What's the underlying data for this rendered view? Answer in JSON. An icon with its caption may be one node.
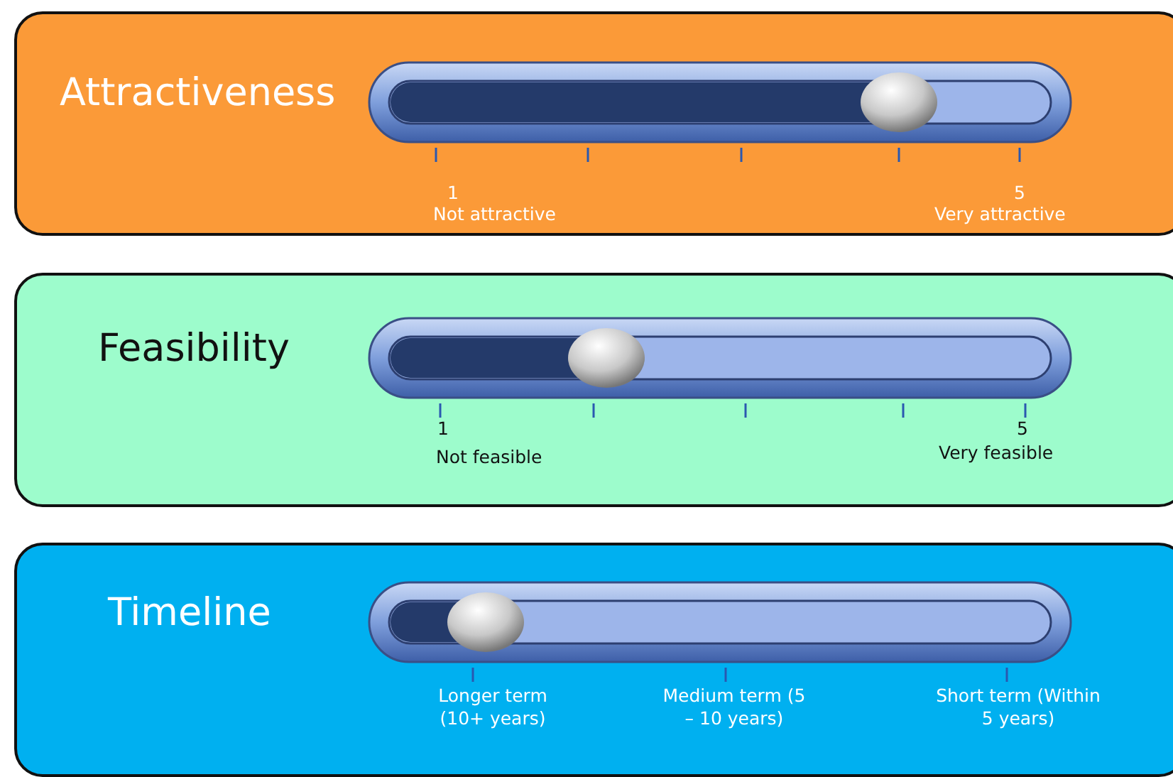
{
  "diagram": {
    "nodes": [
      {
        "text": [
          "Attractiveness"
        ]
      },
      {
        "text": [
          "Feasibility"
        ]
      },
      {
        "text": [
          "Timeline"
        ]
      }
    ],
    "labels": [
      "1",
      "Not attractive",
      "5",
      "Very attractive",
      "1",
      "Not feasible",
      "5",
      "Very feasible",
      "Longer term (10+ years)",
      "Medium term (5 – 10 years)",
      "Short term (Within 5 years)"
    ]
  }
}
